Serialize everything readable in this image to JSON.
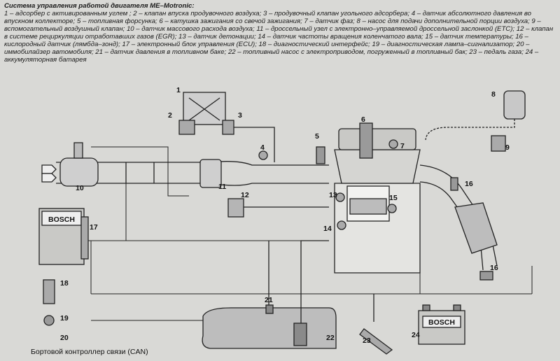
{
  "caption": {
    "title": "Система управления работой двигателя ME–Motronic:",
    "legend": "1 – адсорбер с активированным углем ; 2 – клапан впуска продувочного воздуха; 3 – продувочный клапан угольного адсорбера; 4 – датчик абсолютного давления во впускном коллекторе; 5 – топливная форсунка; 6 – катушка зажигания со свечой зажигания; 7 – датчик фаз; 8 – насос для подачи дополнительной порции воздуха; 9 – вспомогательный воздушный клапан; 10 – датчик массового расхода воздуха; 11 – дроссельный узел с электронно–управляемой дроссельной заслонкой (ETC); 12 – клапан в системе рециркуляции отработавших газов (EGR); 13 – датчик детонации; 14 – датчик частоты вращения коленчатого вала; 15 – датчик температуры; 16 – кислородный датчик (лямбда–зонд); 17 – электронный блок управления (ECU); 18 – диагностический интерфейс; 19 – диагностическая лампа–сигнализатор; 20 – иммобилайзер автомобиля; 21 – датчик давления в топливном баке; 22 – топливный насос с электроприводом, погруженный в топливный бак; 23 – педаль газа; 24 – аккумуляторная батарея"
  },
  "labels": {
    "n1": "1",
    "n2": "2",
    "n3": "3",
    "n4": "4",
    "n5": "5",
    "n6": "6",
    "n7": "7",
    "n8": "8",
    "n9": "9",
    "n10": "10",
    "n11": "11",
    "n12": "12",
    "n13": "13",
    "n14": "14",
    "n15": "15",
    "n16a": "16",
    "n16b": "16",
    "n17": "17",
    "n18": "18",
    "n19": "19",
    "n20": "20",
    "n21": "21",
    "n22": "22",
    "n23": "23",
    "n24": "24"
  },
  "ecu_brand": "BOSCH",
  "battery_brand": "BOSCH",
  "can_label": "Бортовой контроллер связи (CAN)"
}
